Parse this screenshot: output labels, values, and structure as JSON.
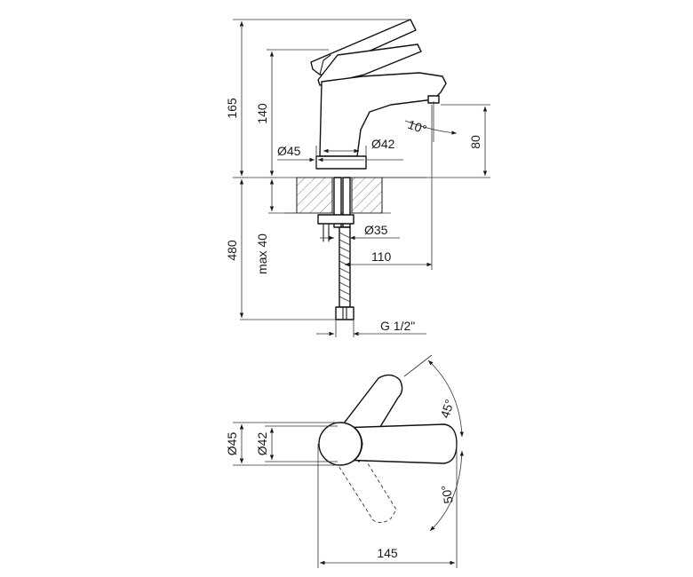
{
  "side_view": {
    "dims": {
      "total_height": "165",
      "body_height": "140",
      "body_diameter": "Ø45",
      "spout_diameter": "Ø42",
      "tilt_angle": "10°",
      "spout_height": "80",
      "hole_diameter": "Ø35",
      "hose_length": "480",
      "deck_thickness": "max 40",
      "spout_reach": "110",
      "thread": "G 1/2\""
    }
  },
  "top_view": {
    "dims": {
      "outer_diameter": "Ø45",
      "inner_diameter": "Ø42",
      "angle_left": "45°",
      "angle_right": "50°",
      "total_length": "145"
    }
  },
  "colors": {
    "line": "#1a1a1a",
    "background": "#ffffff"
  }
}
